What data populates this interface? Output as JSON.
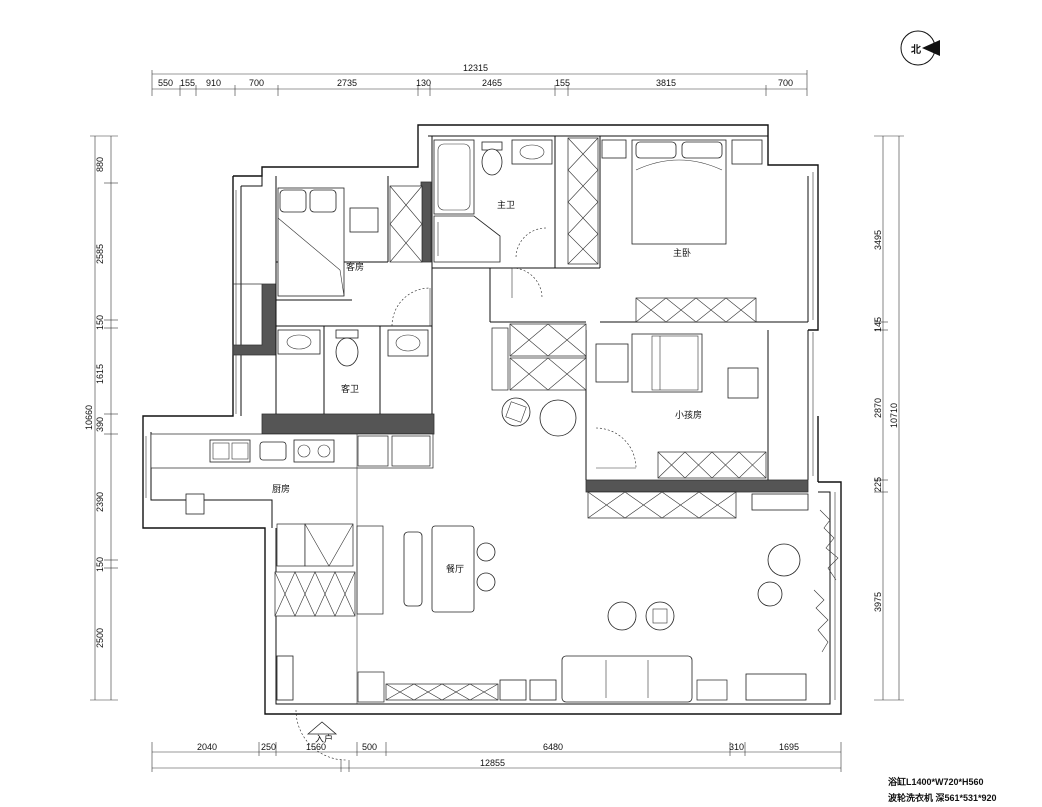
{
  "north": {
    "label": "北"
  },
  "top_dims": {
    "total": "12315",
    "segments": [
      "550",
      "155",
      "910",
      "700",
      "2735",
      "130",
      "2465",
      "155",
      "3815",
      "700"
    ]
  },
  "bottom_dims": {
    "total": "12855",
    "segments": [
      "2040",
      "250",
      "1560",
      "500",
      "6480",
      "310",
      "1695"
    ]
  },
  "left_dims": {
    "total": "10660",
    "segments": [
      "880",
      "2585",
      "150",
      "1615",
      "390",
      "2390",
      "150",
      "2500"
    ]
  },
  "right_dims": {
    "total": "10710",
    "segments": [
      "3495",
      "145",
      "2870",
      "225",
      "3975"
    ]
  },
  "rooms": {
    "guest_bedroom": "客房",
    "master_bath": "主卫",
    "master_bedroom": "主卧",
    "guest_bath": "客卫",
    "kids_room": "小孩房",
    "kitchen": "厨房",
    "dining": "餐厅",
    "entry": "入户"
  },
  "notes": {
    "bathtub": "浴缸L1400*W720*H560",
    "washer": "波轮洗衣机 深561*531*920"
  }
}
